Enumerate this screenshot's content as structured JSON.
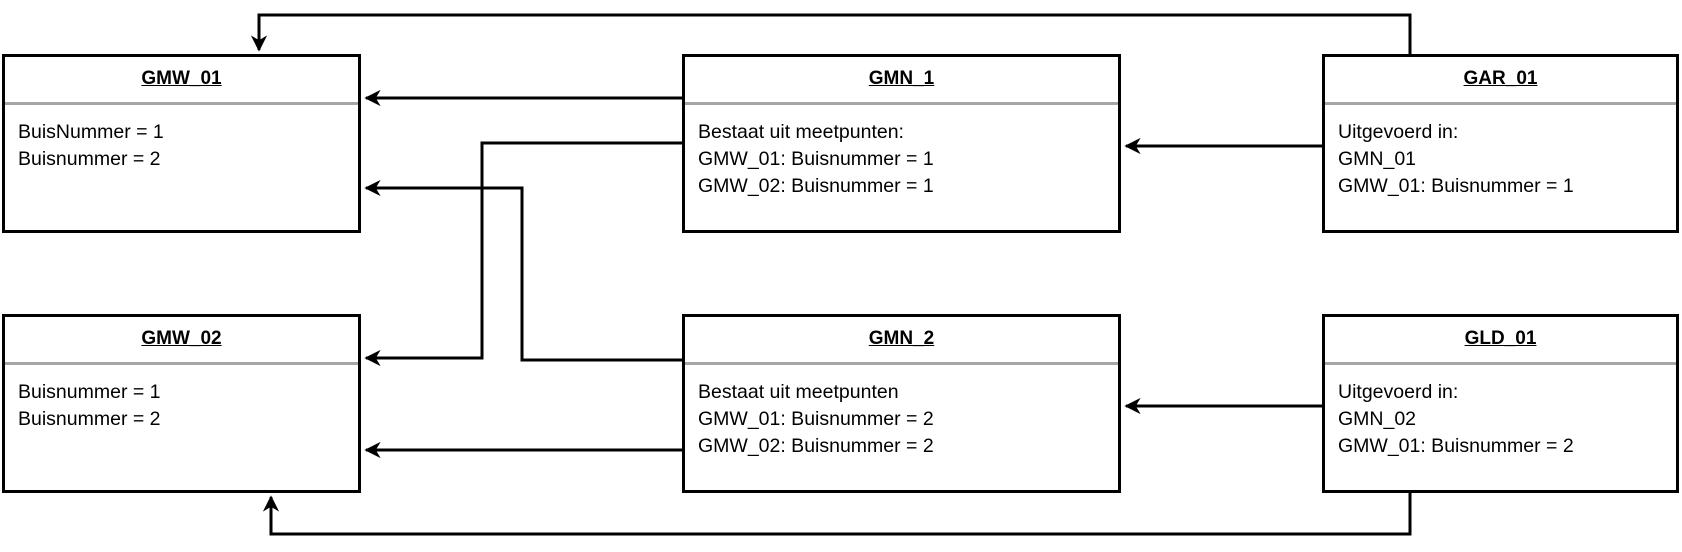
{
  "diagram": {
    "description": "BRO groundwater registration objects relation diagram",
    "colors": {
      "line": "#000000",
      "divider": "#a6a6a6",
      "background": "#ffffff",
      "text": "#000000"
    },
    "nodes": {
      "gmw01": {
        "title": "GMW_01",
        "lines": [
          "BuisNummer = 1",
          "Buisnummer = 2"
        ]
      },
      "gmn1": {
        "title": "GMN_1",
        "lines": [
          "Bestaat uit meetpunten:",
          "GMW_01: Buisnummer = 1",
          "GMW_02: Buisnummer = 1"
        ]
      },
      "gar01": {
        "title": "GAR_01",
        "lines": [
          "Uitgevoerd in:",
          "GMN_01",
          "GMW_01: Buisnummer = 1"
        ]
      },
      "gmw02": {
        "title": "GMW_02",
        "lines": [
          "Buisnummer = 1",
          "Buisnummer = 2"
        ]
      },
      "gmn2": {
        "title": "GMN_2",
        "lines": [
          "Bestaat uit meetpunten",
          "GMW_01: Buisnummer = 2",
          "GMW_02: Buisnummer = 2"
        ]
      },
      "gld01": {
        "title": "GLD_01",
        "lines": [
          "Uitgevoerd in:",
          "GMN_02",
          "GMW_01: Buisnummer = 2"
        ]
      }
    },
    "edges": [
      {
        "from": "GAR_01",
        "to": "GMW_01",
        "route": "top"
      },
      {
        "from": "GMN_1",
        "to": "GMW_01",
        "route": "straight"
      },
      {
        "from": "GAR_01",
        "to": "GMN_1",
        "route": "straight"
      },
      {
        "from": "GMN_1",
        "to": "GMW_02",
        "route": "elbow"
      },
      {
        "from": "GMN_2",
        "to": "GMW_01",
        "route": "elbow"
      },
      {
        "from": "GMN_2",
        "to": "GMW_02",
        "route": "straight"
      },
      {
        "from": "GLD_01",
        "to": "GMN_2",
        "route": "straight"
      },
      {
        "from": "GLD_01",
        "to": "GMW_02",
        "route": "bottom"
      }
    ]
  }
}
